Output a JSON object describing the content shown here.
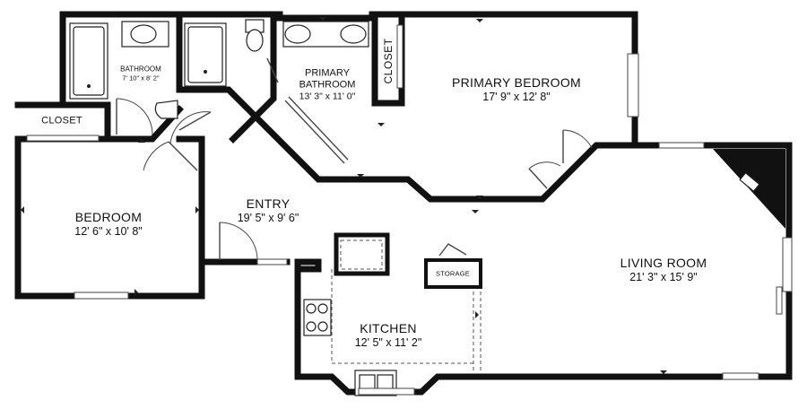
{
  "rooms": {
    "bathroom": {
      "name": "BATHROOM",
      "dim": "7' 10\" x 8' 2\""
    },
    "primary_bathroom": {
      "name_line1": "PRIMARY",
      "name_line2": "BATHROOM",
      "dim": "13' 3\" x 11' 0\""
    },
    "closet_vertical": {
      "name": "CLOSET"
    },
    "primary_bedroom": {
      "name": "PRIMARY BEDROOM",
      "dim": "17' 9\" x 12' 8\""
    },
    "closet_left": {
      "name": "CLOSET"
    },
    "bedroom": {
      "name": "BEDROOM",
      "dim": "12' 6\" x 10' 8\""
    },
    "entry": {
      "name": "ENTRY",
      "dim": "19' 5\" x 9' 6\""
    },
    "living_room": {
      "name": "LIVING ROOM",
      "dim": "21' 3\" x 15' 9\""
    },
    "storage": {
      "name": "STORAGE"
    },
    "kitchen": {
      "name": "KITCHEN",
      "dim": "12' 5\" x 11' 2\""
    }
  },
  "colors": {
    "wall": "#111111",
    "fixture": "#ffffff",
    "background": "#ffffff"
  }
}
